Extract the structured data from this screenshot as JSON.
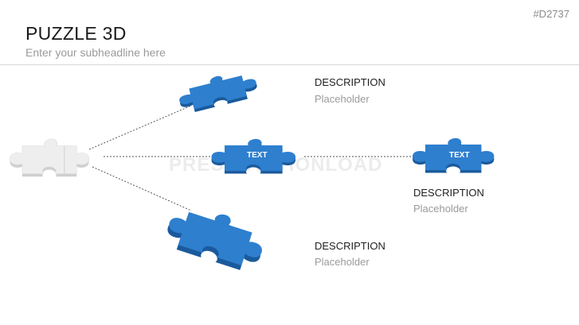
{
  "header": {
    "title": "PUZZLE 3D",
    "subtitle": "Enter your subheadline here",
    "code": "#D2737"
  },
  "watermark": "PRESENTATIONLOAD",
  "colors": {
    "piece_blue": "#2e7fce",
    "piece_blue_side": "#1a5a9c",
    "piece_grey": "#eeeeee",
    "piece_grey_side": "#cfcfcf",
    "connector": "#555555"
  },
  "pieces": {
    "middle_label": "TEXT",
    "right_label": "TEXT"
  },
  "descriptions": [
    {
      "heading": "DESCRIPTION",
      "text": "Placeholder"
    },
    {
      "heading": "DESCRIPTION",
      "text": "Placeholder"
    },
    {
      "heading": "DESCRIPTION",
      "text": "Placeholder"
    }
  ]
}
